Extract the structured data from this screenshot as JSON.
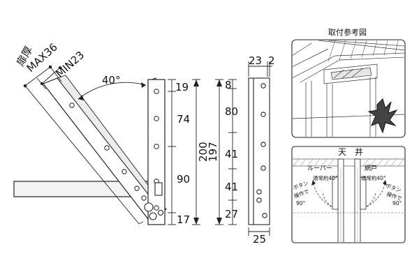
{
  "labels": {
    "thickness_title": "扉厚",
    "max_thickness": "MAX36",
    "min_thickness": "MIN23",
    "open_angle": "40°",
    "left_dims": [
      "19",
      "74",
      "90",
      "17",
      "200"
    ],
    "right_dims": [
      "8",
      "80",
      "41",
      "41",
      "27",
      "197"
    ],
    "side_top_dims": [
      "23",
      "2"
    ],
    "side_bottom_dim": "25"
  },
  "reference": {
    "title": "取付参考図",
    "ceiling_label": "天　井",
    "louver_label": "ルーバー",
    "screen_label": "網戸",
    "normal_angle": "通常約40°",
    "button_label": "ボタン",
    "operation_label": "操作で",
    "button_angle": "90°"
  }
}
